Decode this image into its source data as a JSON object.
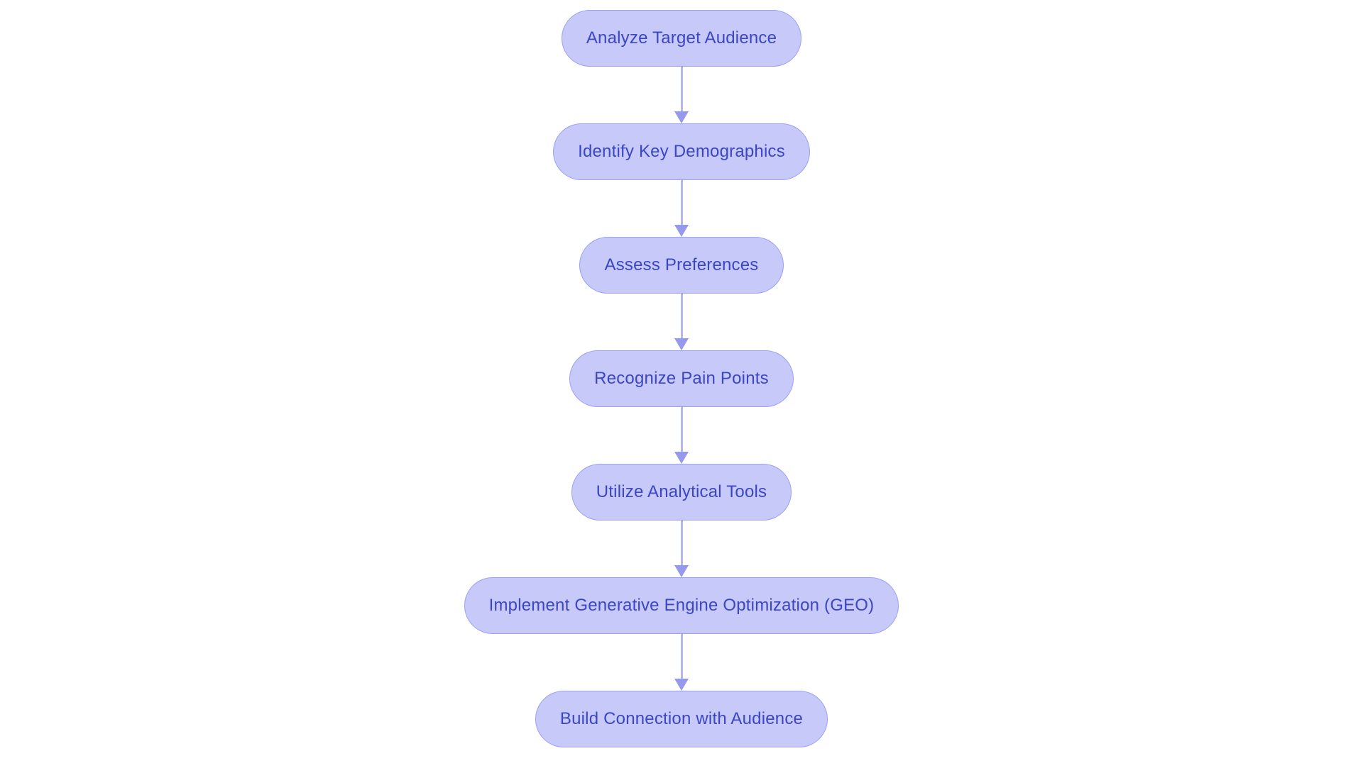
{
  "diagram": {
    "type": "flowchart",
    "direction": "top-down",
    "nodes": [
      {
        "id": "1",
        "label": "Analyze Target Audience"
      },
      {
        "id": "2",
        "label": "Identify Key Demographics"
      },
      {
        "id": "3",
        "label": "Assess Preferences"
      },
      {
        "id": "4",
        "label": "Recognize Pain Points"
      },
      {
        "id": "5",
        "label": "Utilize Analytical Tools"
      },
      {
        "id": "6",
        "label": "Implement Generative Engine Optimization (GEO)"
      },
      {
        "id": "7",
        "label": "Build Connection with Audience"
      }
    ],
    "edges": [
      {
        "from": "1",
        "to": "2"
      },
      {
        "from": "2",
        "to": "3"
      },
      {
        "from": "3",
        "to": "4"
      },
      {
        "from": "4",
        "to": "5"
      },
      {
        "from": "5",
        "to": "6"
      },
      {
        "from": "6",
        "to": "7"
      }
    ],
    "colors": {
      "background": "#ffffff",
      "node_fill": "#c7caf8",
      "node_border": "#9aa1f1",
      "node_text": "#3c45c6",
      "arrow_line": "#b4b8f2",
      "arrow_head": "#9399ef"
    }
  }
}
